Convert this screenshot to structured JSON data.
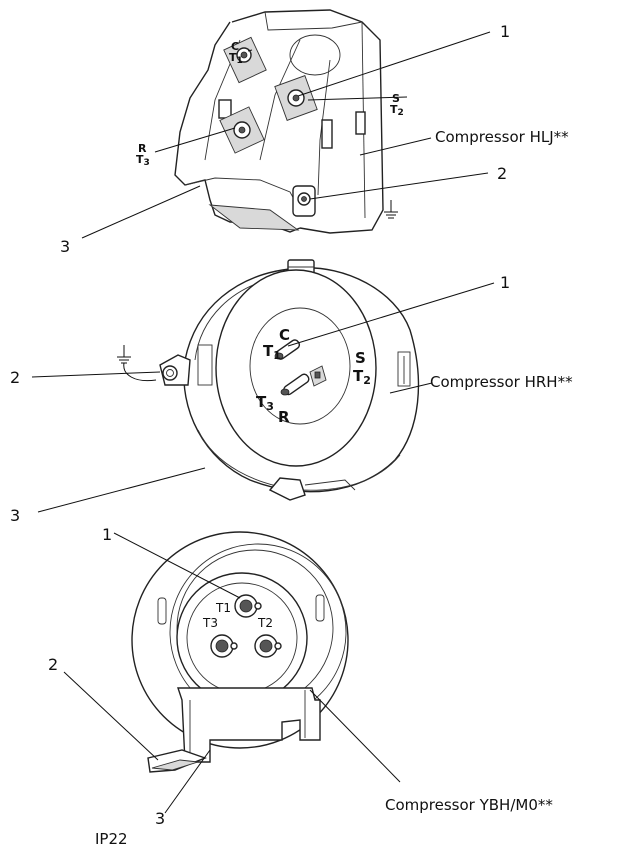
{
  "figures": {
    "hlj": {
      "model_label": "Compressor HLJ**",
      "callouts": {
        "one": "1",
        "two": "2",
        "three": "3"
      },
      "terminals": {
        "c": {
          "letter": "C",
          "tcode": "T",
          "tsub": "1"
        },
        "s": {
          "letter": "S",
          "tcode": "T",
          "tsub": "2"
        },
        "r": {
          "letter": "R",
          "tcode": "T",
          "tsub": "3"
        }
      }
    },
    "hrh": {
      "model_label": "Compressor HRH**",
      "callouts": {
        "one": "1",
        "two": "2",
        "three": "3"
      },
      "terminals": {
        "c": {
          "letter": "C",
          "tcode": "T",
          "tsub": "1"
        },
        "s": {
          "letter": "S",
          "tcode": "T",
          "tsub": "2"
        },
        "r": {
          "letter": "R",
          "tcode": "T",
          "tsub": "3"
        }
      }
    },
    "ybh": {
      "model_label": "Compressor YBH/M0**",
      "callouts": {
        "one": "1",
        "two": "2",
        "three": "3"
      },
      "terminals": {
        "t1": "T1",
        "t2": "T2",
        "t3": "T3"
      }
    }
  },
  "protection_rating": "IP22",
  "icons": [
    "ground-icon",
    "ground-icon"
  ]
}
